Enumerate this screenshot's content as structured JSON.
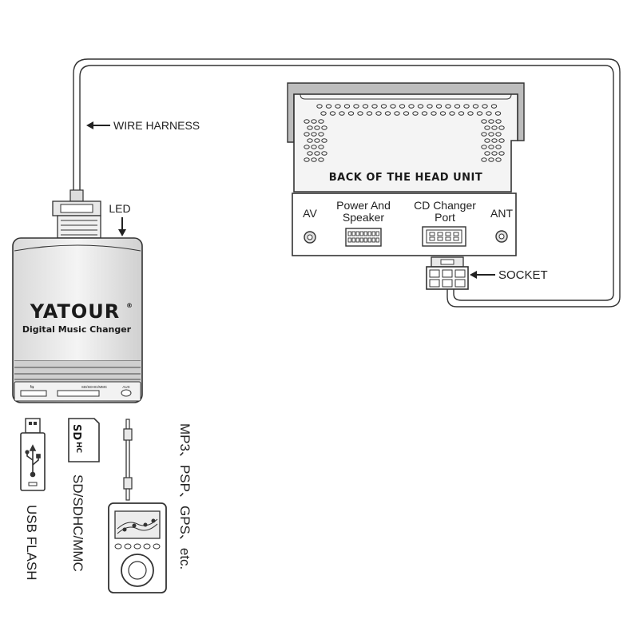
{
  "labels": {
    "wire_harness": "WIRE HARNESS",
    "led": "LED",
    "socket": "SOCKET",
    "head_unit_title": "BACK OF THE HEAD UNIT",
    "av": "AV",
    "power_and_speaker_line1": "Power And",
    "power_and_speaker_line2": "Speaker",
    "cd_changer_line1": "CD Changer",
    "cd_changer_line2": "Port",
    "ant": "ANT"
  },
  "device": {
    "brand": "YATOUR",
    "registered_mark": "®",
    "subtitle": "Digital Music Changer",
    "slot_label": "SD/SDHC/MMC",
    "aux_label": "AUX"
  },
  "media": {
    "usb_label": "USB FLASH",
    "sd_card_mark": "SD",
    "sd_card_sub": "HC",
    "sd_label": "SD/SDHC/MMC",
    "player_label": "MP3、PSP、GPS、etc."
  },
  "colors": {
    "line": "#333333",
    "cable": "#9a9a9a",
    "device_body": "#e6e6e6",
    "head_unit_top": "#cfcfcf"
  }
}
